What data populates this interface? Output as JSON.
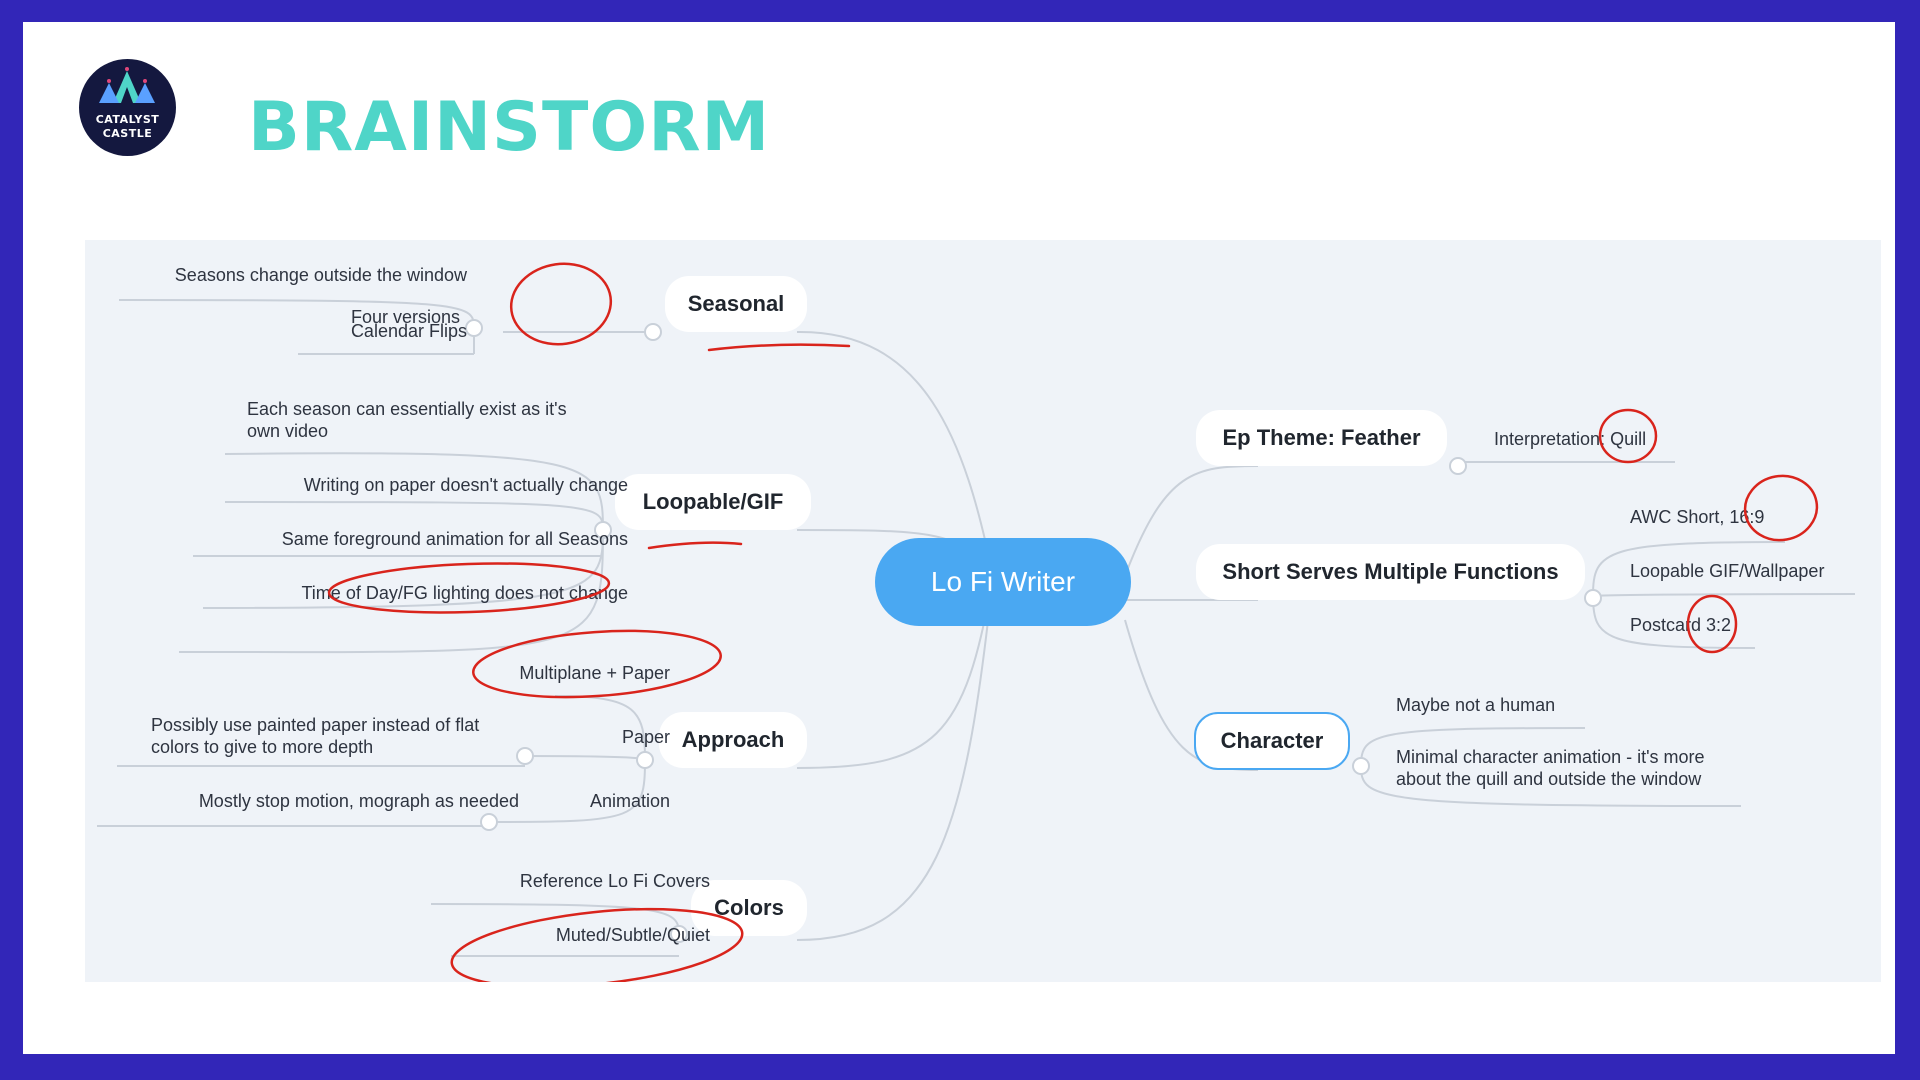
{
  "header": {
    "logo_line1": "CATALYST",
    "logo_line2": "CASTLE",
    "title": "BRAINSTORM"
  },
  "colors": {
    "frame": "#3226b8",
    "title": "#4fd5c8",
    "canvas": "#eff3f8",
    "center_node": "#4aa8f2",
    "link": "#c9d0d9",
    "annotation": "#d9241c"
  },
  "mindmap": {
    "center": "Lo Fi Writer",
    "seasonal": {
      "label": "Seasonal",
      "sub": "Four versions",
      "items": [
        "Seasons change outside the window",
        "Calendar Flips"
      ]
    },
    "loopable": {
      "label": "Loopable/GIF",
      "items": [
        "Each season can essentially exist as it's",
        "own video",
        "Writing on paper doesn't actually change",
        "Same foreground animation for all Seasons",
        "Time of Day/FG lighting does not change"
      ]
    },
    "approach": {
      "label": "Approach",
      "items": [
        "Multiplane + Paper",
        "Paper",
        "Animation"
      ],
      "paper_detail": [
        "Possibly use painted paper instead of flat",
        "colors to give to more depth"
      ],
      "animation_detail": "Mostly stop motion, mograph as needed"
    },
    "colors_branch": {
      "label": "Colors",
      "items": [
        "Reference Lo Fi Covers",
        "Muted/Subtle/Quiet"
      ]
    },
    "ep_theme": {
      "label": "Ep Theme: Feather",
      "items": [
        "Interpretation: Quill"
      ]
    },
    "short": {
      "label": "Short Serves Multiple Functions",
      "items": [
        "AWC Short, 16:9",
        "Loopable GIF/Wallpaper",
        "Postcard 3:2"
      ]
    },
    "character": {
      "label": "Character",
      "items": [
        "Maybe not a human",
        "Minimal character animation - it's more",
        "about the quill and outside the window"
      ]
    }
  }
}
